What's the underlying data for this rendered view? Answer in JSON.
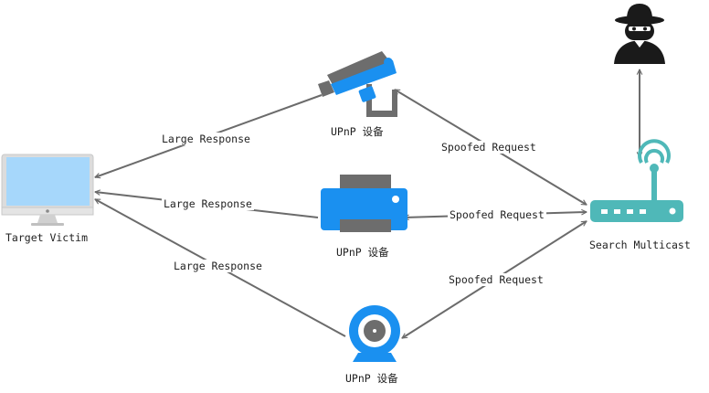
{
  "nodes": {
    "victim": {
      "label": "Target Victim"
    },
    "camera": {
      "label": "UPnP 设备"
    },
    "printer": {
      "label": "UPnP 设备"
    },
    "webcam": {
      "label": "UPnP 设备"
    },
    "router": {
      "label": "Search Multicast"
    },
    "attacker": {
      "label": ""
    }
  },
  "edges": {
    "camera_to_victim": "Large Response",
    "printer_to_victim": "Large Response",
    "webcam_to_victim": "Large Response",
    "router_to_camera": "Spoofed Request",
    "router_to_printer": "Spoofed Request",
    "router_to_webcam": "Spoofed Request"
  },
  "colors": {
    "arrow": "#6b6b6b",
    "device_blue": "#1a90f0",
    "device_gray": "#6d6d6d",
    "router_teal": "#4fb8b8",
    "monitor_screen": "#a6d7fb",
    "attacker": "#1a1a1a"
  },
  "icons": {
    "victim": "desktop-monitor-icon",
    "camera": "security-camera-icon",
    "printer": "printer-icon",
    "webcam": "webcam-icon",
    "router": "wireless-router-icon",
    "attacker": "hacker-icon"
  }
}
